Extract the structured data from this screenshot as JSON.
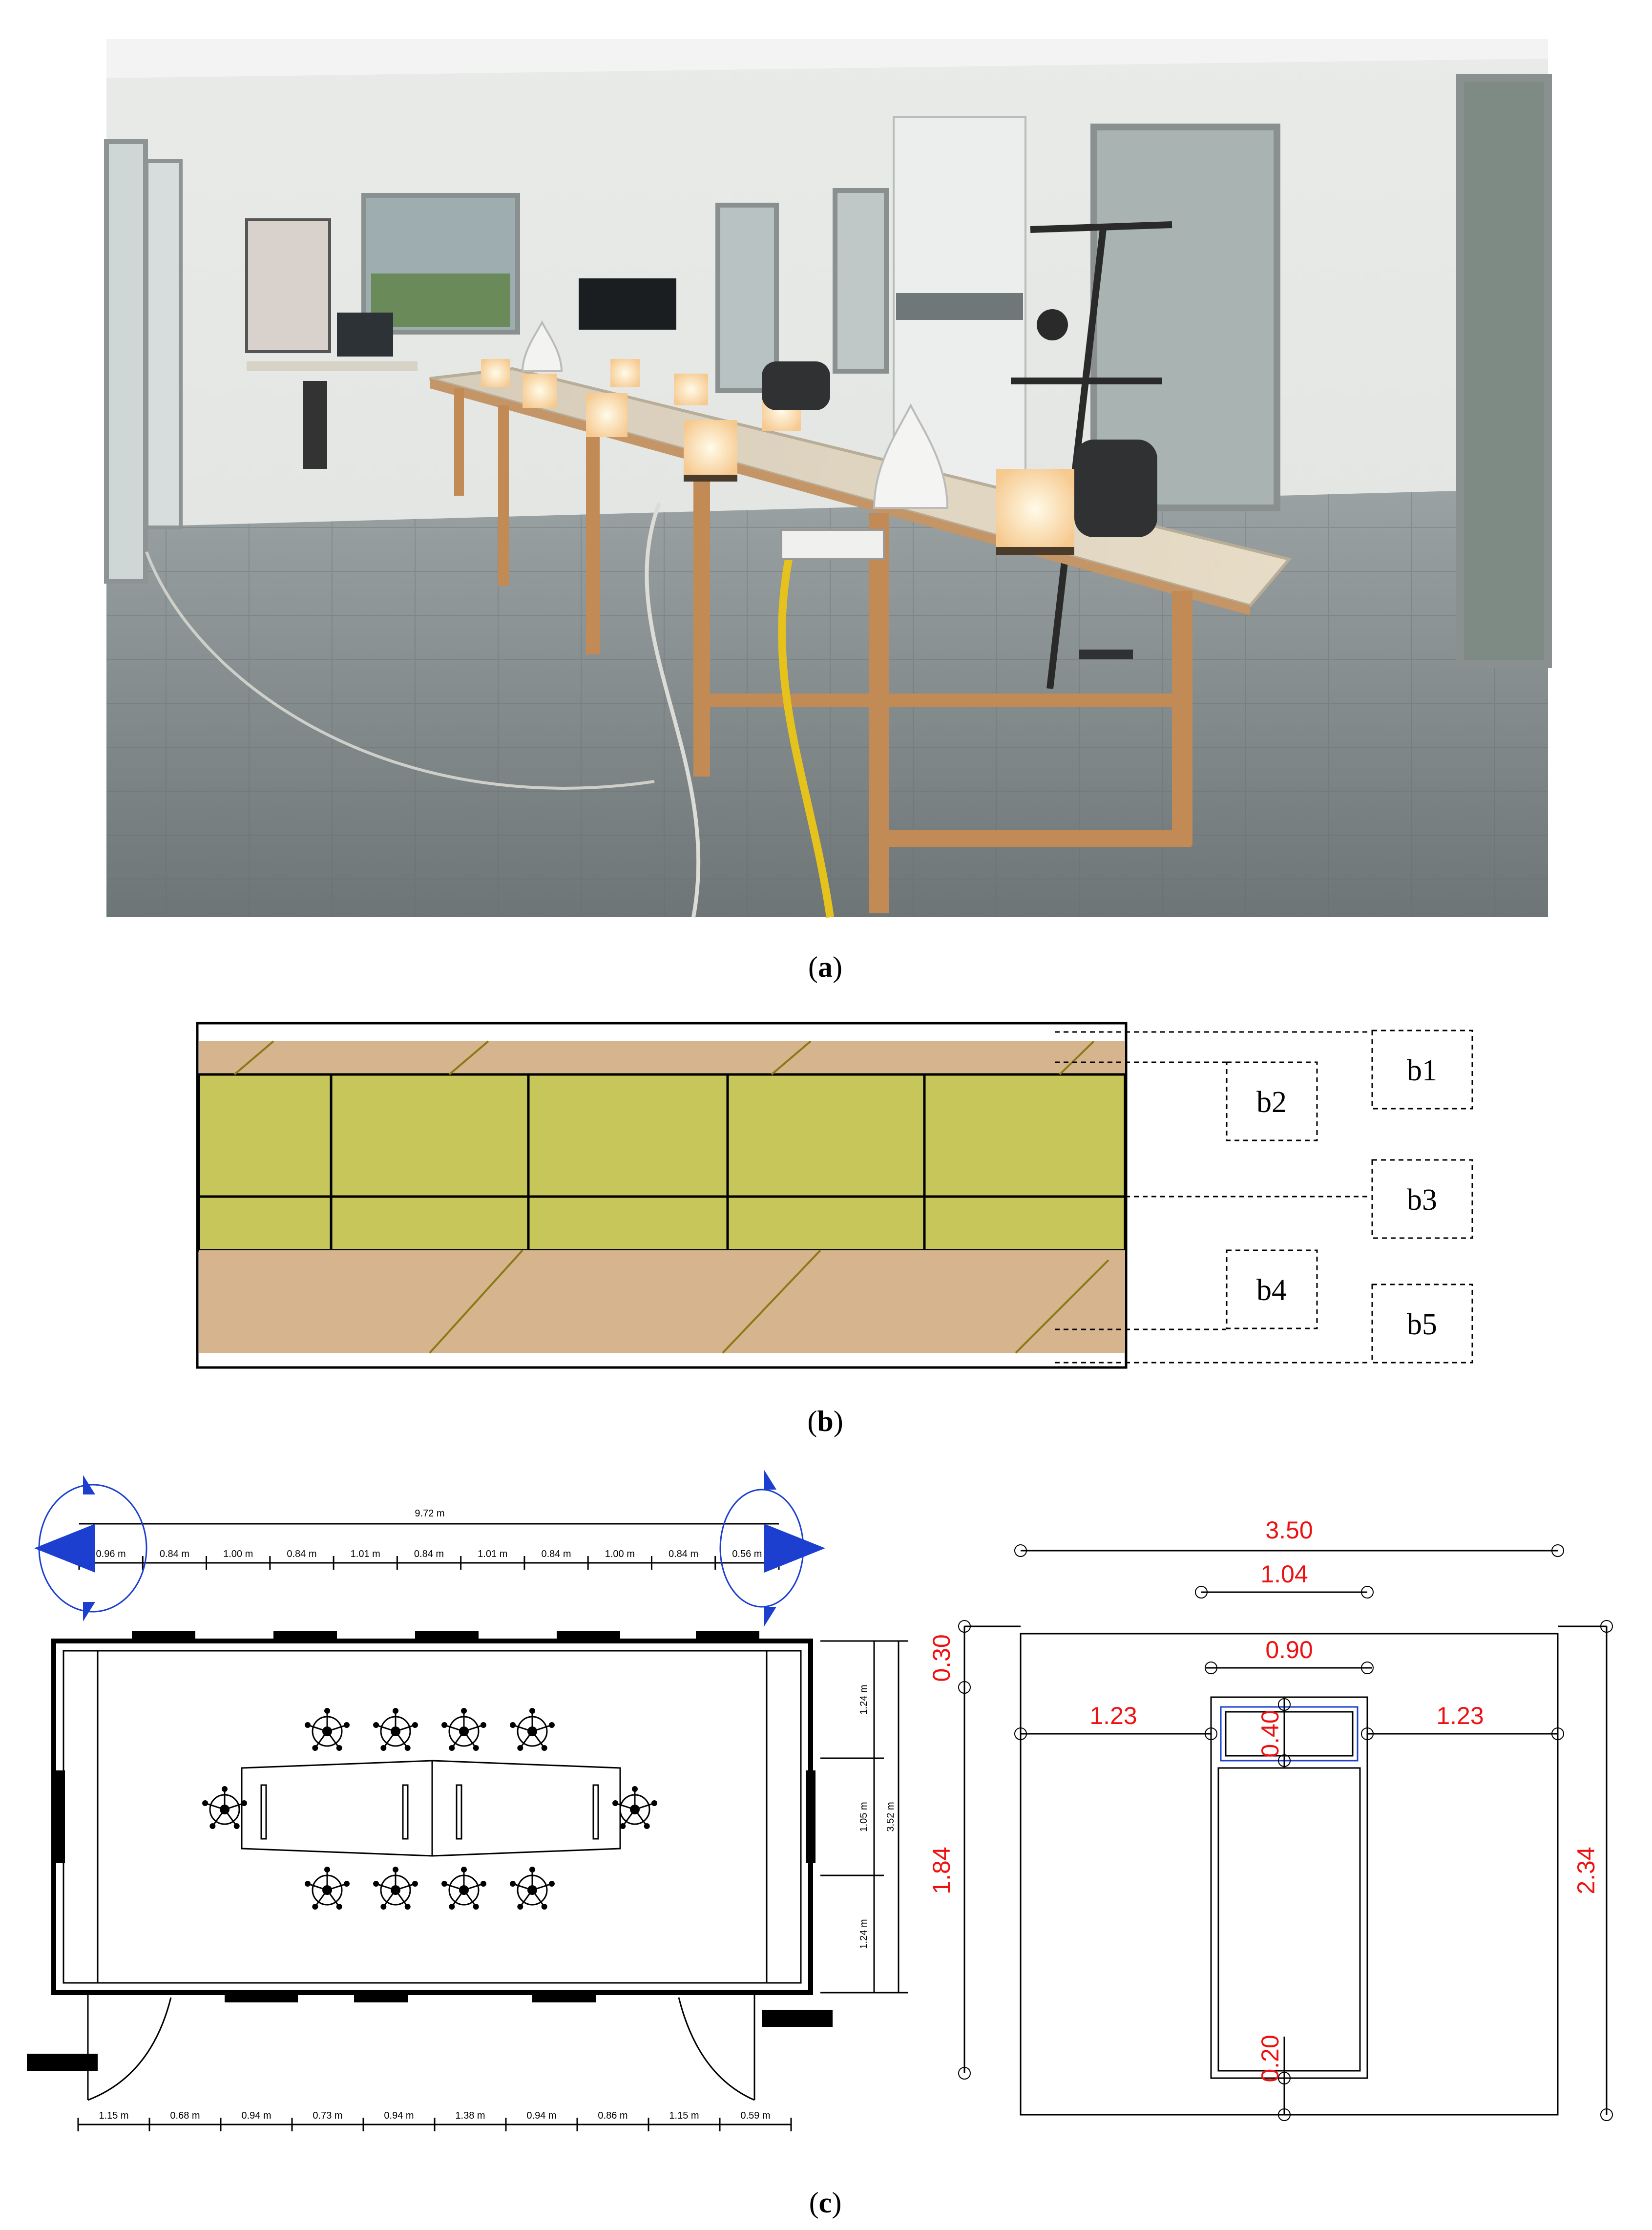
{
  "captions": {
    "a": "a",
    "b": "b",
    "c": "c"
  },
  "panel_b": {
    "labels": [
      "b1",
      "b2",
      "b3",
      "b4",
      "b5"
    ]
  },
  "panel_c_plan": {
    "total_width": "9.72 m",
    "top_segments": [
      "0.96 m",
      "0.84 m",
      "1.00 m",
      "0.84 m",
      "1.01 m",
      "0.84 m",
      "1.01 m",
      "0.84 m",
      "1.00 m",
      "0.84 m",
      "0.56 m"
    ],
    "bottom_segments": [
      "1.15 m",
      "0.68 m",
      "0.94 m",
      "0.73 m",
      "0.94 m",
      "1.38 m",
      "0.94 m",
      "0.86 m",
      "1.15 m",
      "0.59 m"
    ],
    "right_segments": [
      "1.24 m",
      "1.05 m",
      "1.24 m"
    ],
    "right_total": "3.52 m"
  },
  "panel_c_section": {
    "top_width": "3.50",
    "inner_width": "1.04",
    "box_width": "0.90",
    "left_offset": "1.23",
    "right_offset": "1.23",
    "box_height": "0.40",
    "top_margin": "0.30",
    "left_height": "1.84",
    "bottom_margin": "0.20",
    "total_height": "2.34"
  },
  "colors": {
    "wood": "#d5b48e",
    "panel_green": "#c6c65a",
    "dimension_red": "#ee1111",
    "marker_blue": "#1c3fd0"
  }
}
